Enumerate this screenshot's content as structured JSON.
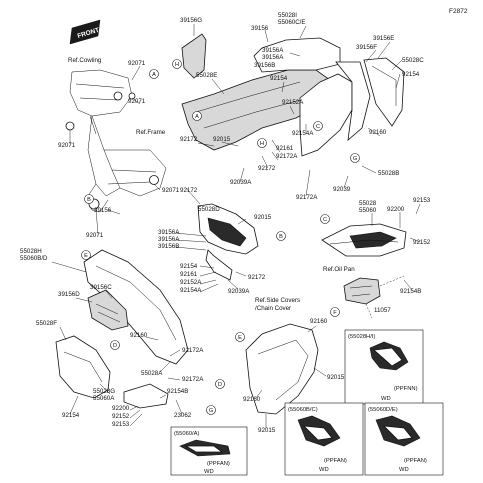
{
  "figure_code": "F2872",
  "front_label": "FRONT",
  "references": {
    "cowling": "Ref.Cowling",
    "frame": "Ref.Frame",
    "oil_pan": "Ref.Oil Pan",
    "side_covers_line1": "Ref.Side Covers",
    "side_covers_line2": "/Chain Cover"
  },
  "callouts": [
    "A",
    "B",
    "C",
    "D",
    "E",
    "F",
    "G",
    "H"
  ],
  "part_numbers": {
    "p39156G": "39156G",
    "p39156_top": "39156",
    "p55028I": "55028I",
    "p55060CE": "55060C/E",
    "p39156A_top": "39156A",
    "p39156A_top2": "39156A",
    "p39156B_top": "39156B",
    "p39156E": "39156E",
    "p39156F": "39156F",
    "p55028C": "55028C",
    "p92154_tr": "92154",
    "p92071_a": "92071",
    "p92071_b": "92071",
    "p92071_c": "92071",
    "p92071_d": "92071",
    "p55028E": "55028E",
    "p92154_mid": "92154",
    "p92152A_mid": "92152A",
    "p92154A_mid": "92154A",
    "p92161_mid": "92161",
    "p92172A_mid": "92172A",
    "p92172_mid": "92172",
    "p92172A_mid2": "92172A",
    "p92015_top": "92015",
    "p92172_left": "92172",
    "p92039A_top": "92039A",
    "p92160_r": "92160",
    "p55028B": "55028B",
    "p92039_r": "92039",
    "p39156_left": "39156",
    "p92172_c": "92172",
    "p55028D": "55028D",
    "p92015_c": "92015",
    "p39156A_c": "39156A",
    "p39156A_c2": "39156A",
    "p39156B_c": "39156B",
    "p55028H": "55028H",
    "p55060BD": "55060B/D",
    "p92154_c": "92154",
    "p92161_c": "92161",
    "p92152A_c": "92152A",
    "p92154A_c": "92154A",
    "p92172_c2": "92172",
    "p92039A_c": "92039A",
    "p55028_r": "55028",
    "p55060_r": "55060",
    "p92200_r": "92200",
    "p92153_r": "92153",
    "p92152_r": "92152",
    "p92154B_r": "92154B",
    "p11057": "11057",
    "p39156D": "39156D",
    "p39156C": "39156C",
    "p55028F": "55028F",
    "p92160_l": "92160",
    "p92172A_l": "92172A",
    "p55028A": "55028A",
    "p92172A_l2": "92172A",
    "p55028G": "55028G",
    "p55060A": "55060A",
    "p92154B_l": "92154B",
    "p92200_l": "92200",
    "p92152_l": "92152",
    "p92153_l": "92153",
    "p92154_l": "92154",
    "p23062": "23062",
    "p92160_m": "92160",
    "p92160_m2": "92160",
    "p92015_m": "92015",
    "p92015_m2": "92015"
  },
  "variant_boxes": [
    {
      "part": "(55028H/I)",
      "color": "(PPFNN)",
      "code": "WD"
    },
    {
      "part": "(55060B/C)",
      "color": "(PPFAN)",
      "code": "WD"
    },
    {
      "part": "(55060D/E)",
      "color": "(PPFAN)",
      "code": "WD"
    },
    {
      "part": "(55060/A)",
      "color": "(PPFAN)",
      "code": "WD"
    }
  ]
}
